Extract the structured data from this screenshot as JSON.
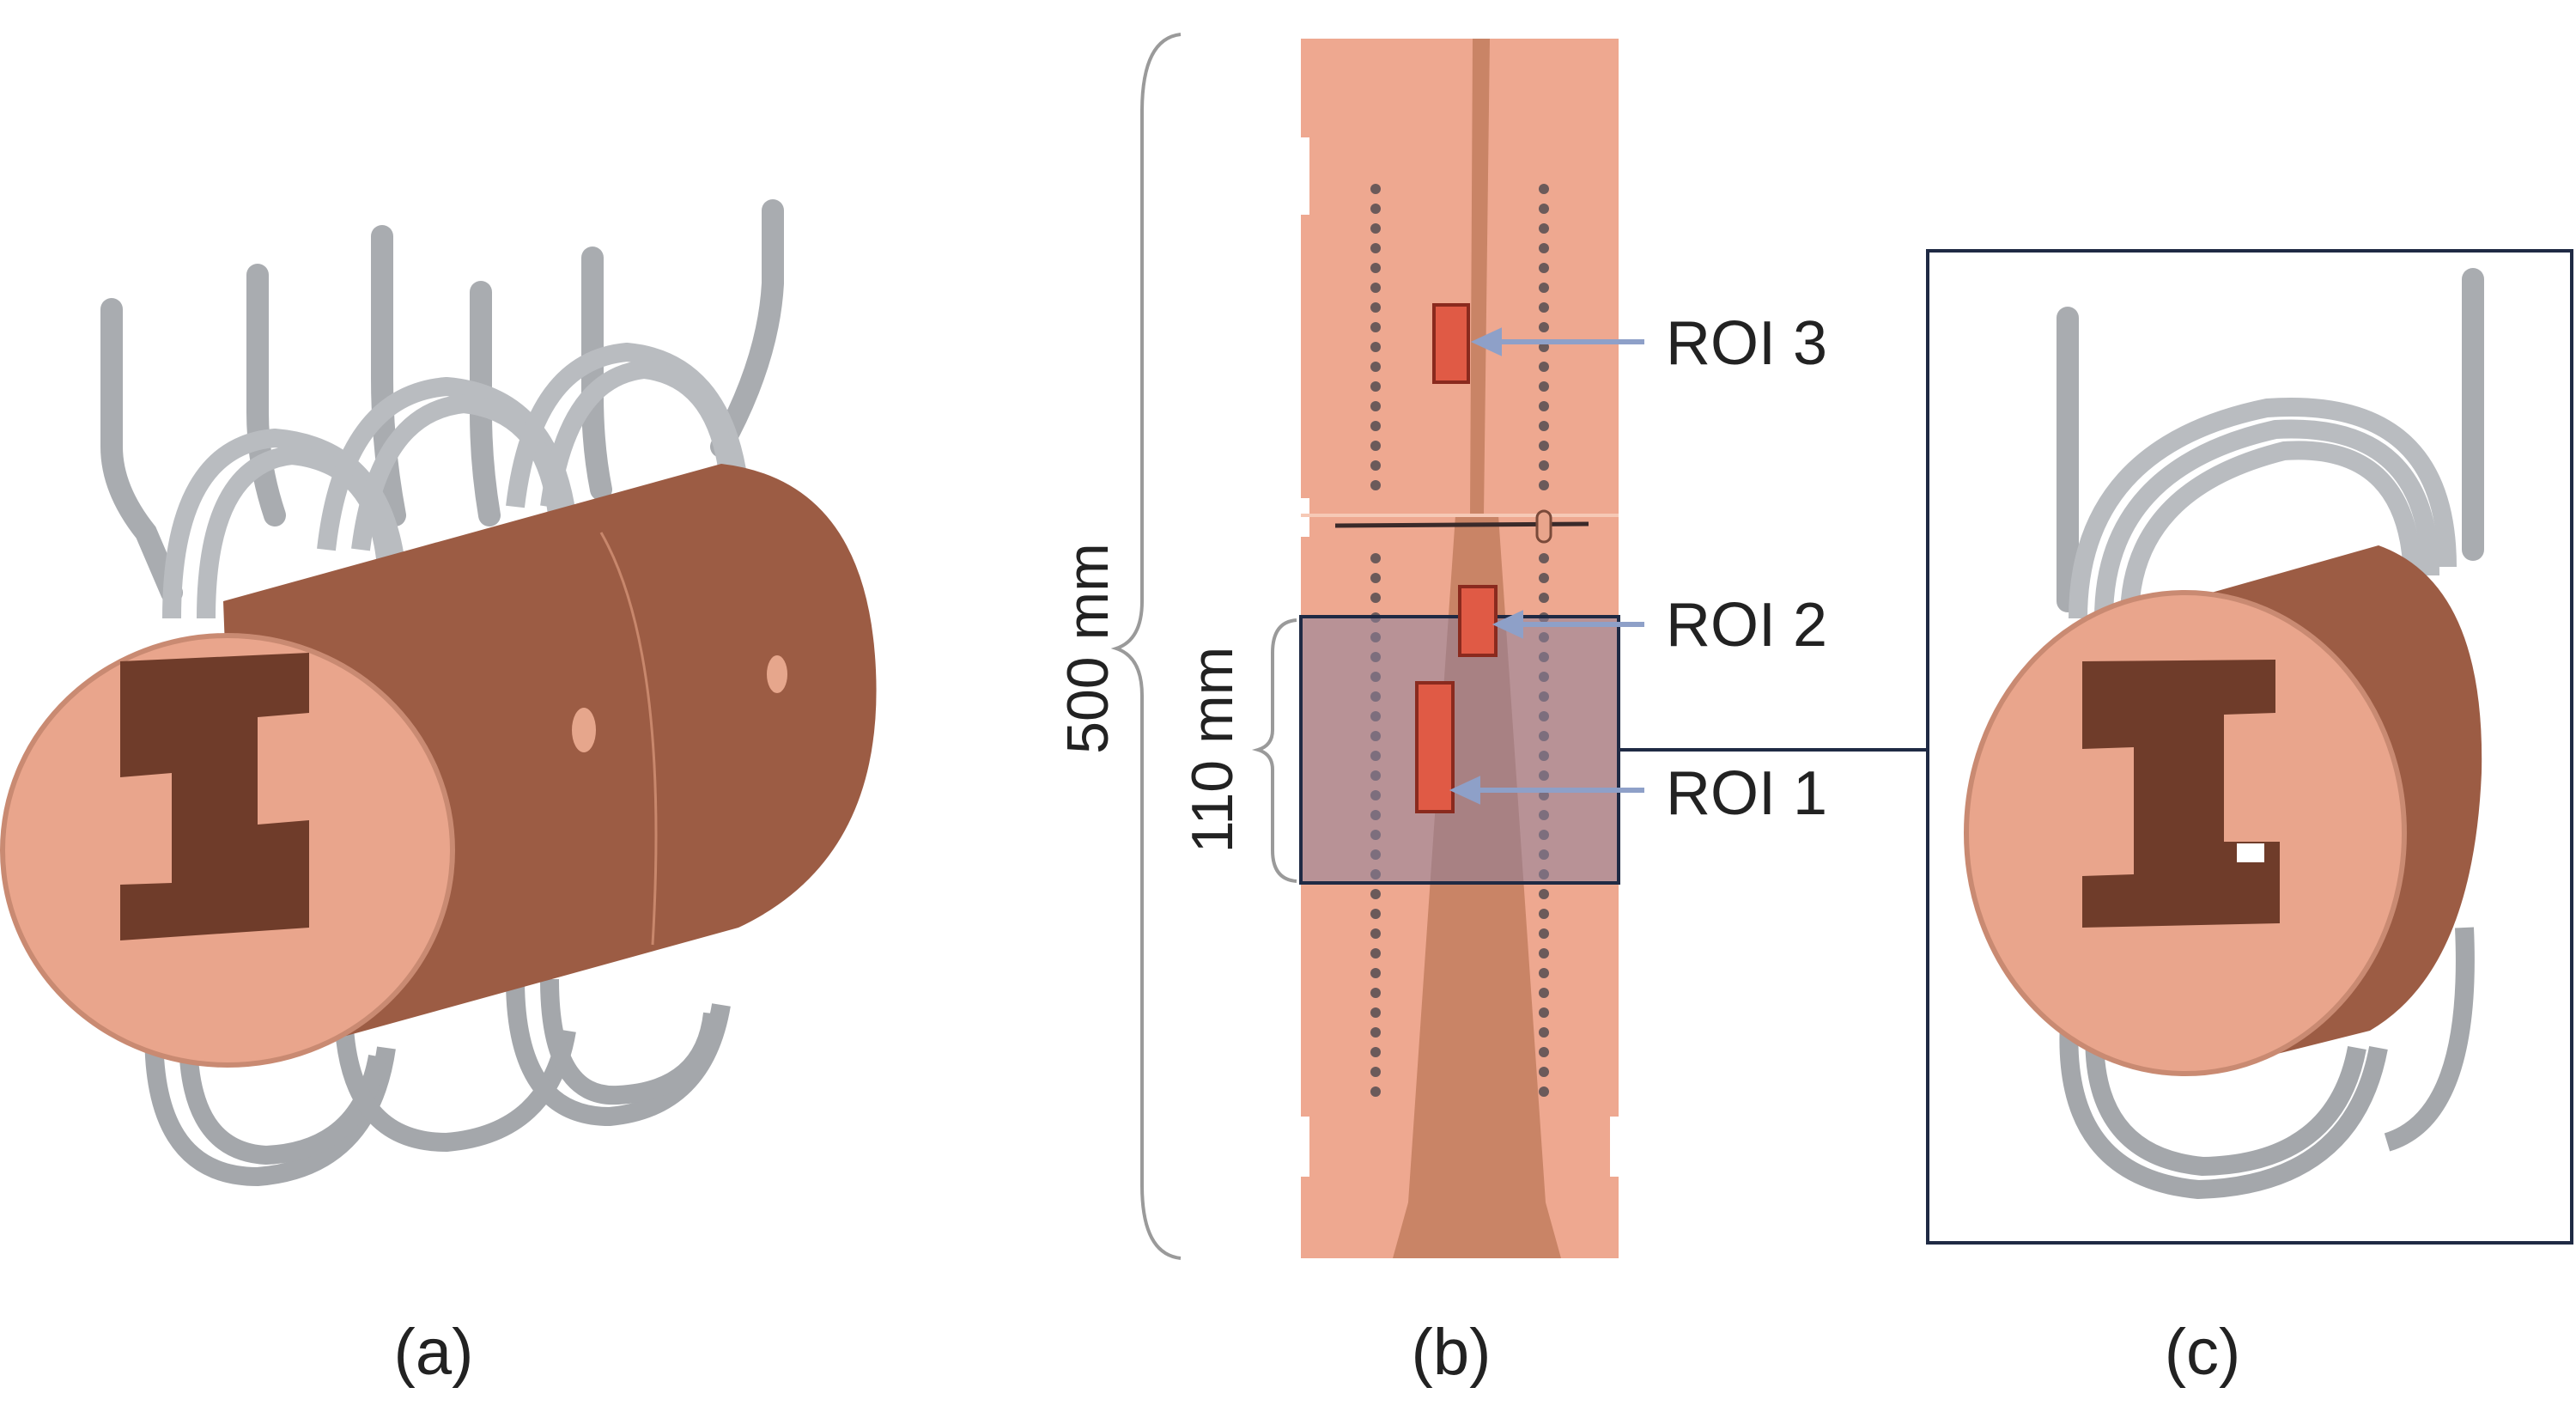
{
  "figure": {
    "panels": [
      {
        "id": "a",
        "caption": "(a)"
      },
      {
        "id": "b",
        "caption": "(b)"
      },
      {
        "id": "c",
        "caption": "(c)"
      }
    ],
    "dimensions": {
      "total_length": "500 mm",
      "zoom_length": "110 mm"
    },
    "roi_labels": {
      "roi1": "ROI 1",
      "roi2": "ROI 2",
      "roi3": "ROI 3"
    },
    "colors": {
      "copper_face": "#e9a58c",
      "copper_body": "#9c5c44",
      "copper_dark": "#6f3c2a",
      "coil": "#b9bcc0",
      "coil_dark": "#8e9196",
      "section": "#eea890",
      "roi_fill": "#e05a45",
      "roi_stroke": "#8a2a1e",
      "zoom_box_fill": "#8c7f9a",
      "frame": "#1f2a44",
      "arrow": "#8ea0c8",
      "brace": "#9a9a9a"
    }
  }
}
